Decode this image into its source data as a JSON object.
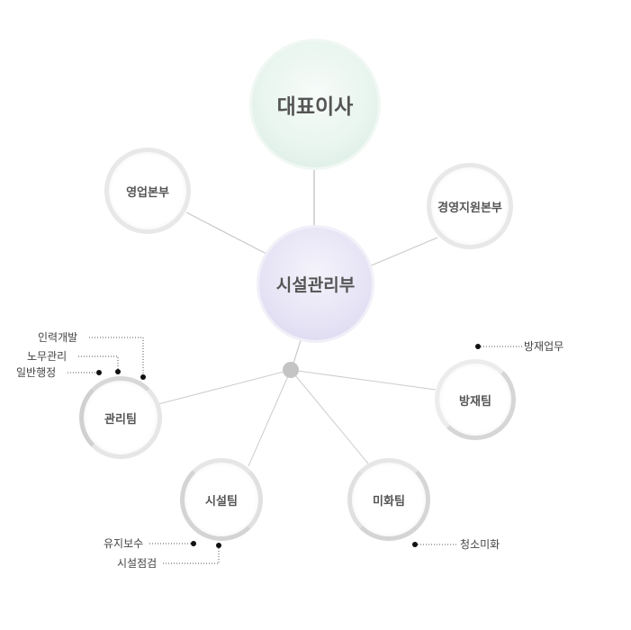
{
  "diagram": {
    "ceo": "대표이사",
    "center": "시설관리부",
    "sales": "영업본부",
    "management_support": "경영지원본부",
    "teams": {
      "admin": "관리팀",
      "fire": "방재팀",
      "facility": "시설팀",
      "beautification": "미화팀"
    },
    "tasks": {
      "admin": [
        "인력개발",
        "노무관리",
        "일반행정"
      ],
      "fire": [
        "방재업무"
      ],
      "facility": [
        "유지보수",
        "시설점검"
      ],
      "beautification": [
        "청소미화"
      ]
    }
  },
  "colors": {
    "ceo_fill": "#e9f5ef",
    "center_fill": "#e6e3f5",
    "ring": "#e8e8e8",
    "line": "#c8c8c8",
    "hub": "#c4c4c4",
    "dot": "#111111"
  }
}
